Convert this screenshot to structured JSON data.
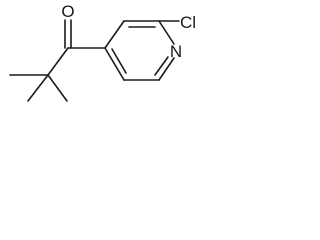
{
  "molecule": {
    "atoms": {
      "oxygen": "O",
      "chlorine": "Cl",
      "nitrogen": "N"
    }
  }
}
